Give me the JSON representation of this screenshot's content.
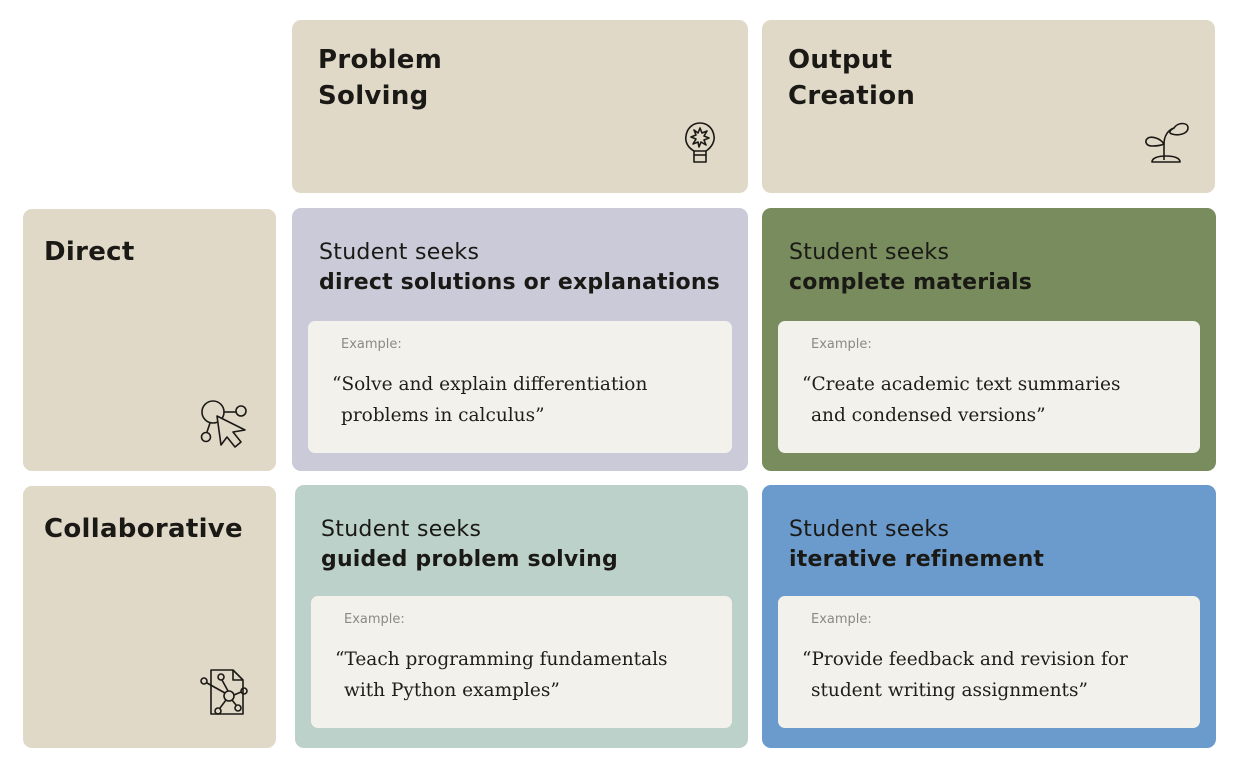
{
  "columns": [
    {
      "title": "Problem\nSolving",
      "icon": "lightbulb-icon"
    },
    {
      "title": "Output\nCreation",
      "icon": "sprout-icon"
    }
  ],
  "rows": [
    {
      "title": "Direct",
      "icon": "cursor-network-icon"
    },
    {
      "title": "Collaborative",
      "icon": "document-network-icon"
    }
  ],
  "cells": {
    "direct_problem": {
      "prefix": "Student seeks",
      "emphasis": "direct solutions or explanations",
      "example_label": "Example:",
      "quote_line1": "“Solve and explain differentiation",
      "quote_line2": "problems in calculus”",
      "color": "#cacad9"
    },
    "direct_output": {
      "prefix": "Student seeks",
      "emphasis": "complete materials",
      "example_label": "Example:",
      "quote_line1": "“Create academic text summaries",
      "quote_line2": "and condensed versions”",
      "color": "#788c5d"
    },
    "collab_problem": {
      "prefix": "Student seeks",
      "emphasis": "guided problem solving",
      "example_label": "Example:",
      "quote_line1": "“Teach programming fundamentals",
      "quote_line2": "with Python examples”",
      "color": "#bcd1ca"
    },
    "collab_output": {
      "prefix": "Student seeks",
      "emphasis": "iterative refinement",
      "example_label": "Example:",
      "quote_line1": "“Provide feedback and revision for",
      "quote_line2": "student writing assignments”",
      "color": "#6a9bcc"
    }
  },
  "colors": {
    "header_bg": "#e1d9c8",
    "example_bg": "#f3f1eb",
    "text": "#1a1915",
    "example_label": "#8b8a84"
  }
}
